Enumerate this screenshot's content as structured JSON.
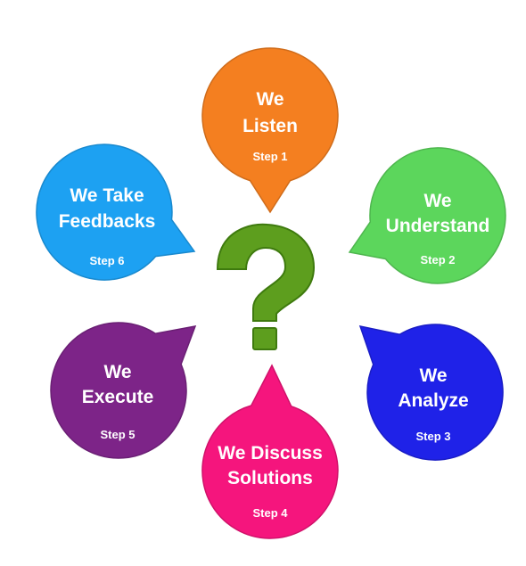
{
  "steps": [
    {
      "id": "step-1",
      "title_lines": [
        "We",
        "Listen"
      ],
      "step_label": "Step 1",
      "color": "#F47F20"
    },
    {
      "id": "step-2",
      "title_lines": [
        "We",
        "Understand"
      ],
      "step_label": "Step 2",
      "color": "#5CD65C"
    },
    {
      "id": "step-3",
      "title_lines": [
        "We",
        "Analyze"
      ],
      "step_label": "Step 3",
      "color": "#1F22E8"
    },
    {
      "id": "step-4",
      "title_lines": [
        "We Discuss",
        "Solutions"
      ],
      "step_label": "Step 4",
      "color": "#F5157D"
    },
    {
      "id": "step-5",
      "title_lines": [
        "We",
        "Execute"
      ],
      "step_label": "Step 5",
      "color": "#7D2488"
    },
    {
      "id": "step-6",
      "title_lines": [
        "We Take",
        "Feedbacks"
      ],
      "step_label": "Step 6",
      "color": "#1DA1F2"
    }
  ],
  "center_icon": {
    "name": "question-mark-icon",
    "color": "#5D9E1E",
    "outline": "#3E7A0E"
  }
}
